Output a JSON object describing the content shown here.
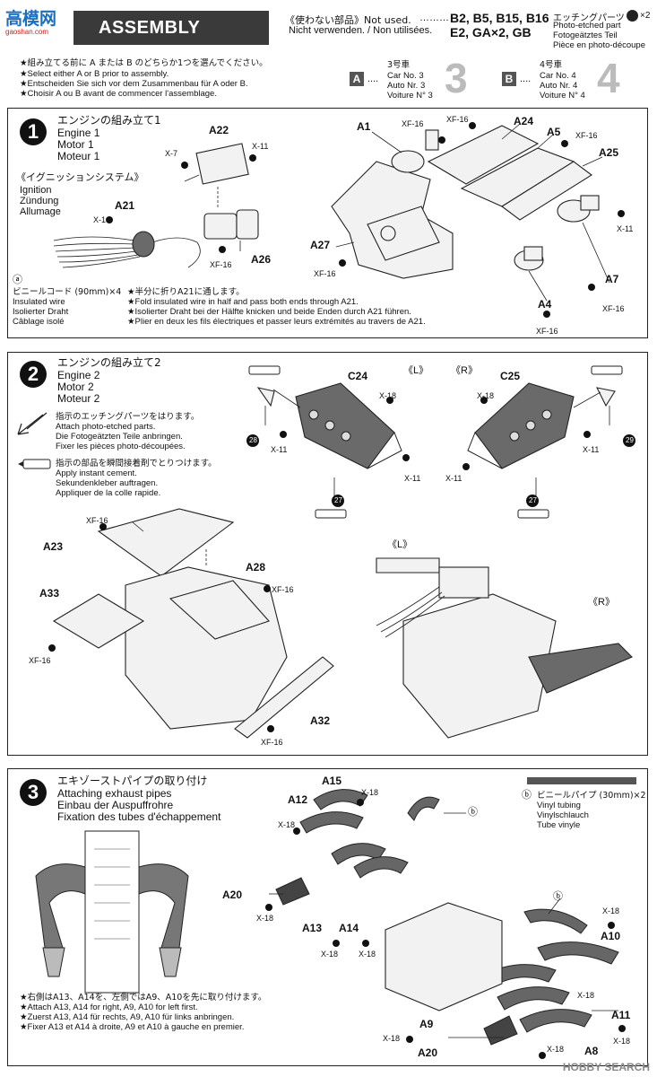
{
  "logo": {
    "text": "高模网",
    "sub": "gaoshan.com"
  },
  "header": {
    "title": "ASSEMBLY"
  },
  "not_used": {
    "jp": "《使わない部品》Not used.",
    "tr": "Nicht verwenden. / Non utilisées.",
    "dots": "………",
    "parts1": "B2, B5, B15, B16",
    "parts2": "E2, GA×2, GB"
  },
  "photo_etched": {
    "jp": "エッチングパーツ",
    "mult": "×2",
    "l1": "Photo-etched part",
    "l2": "Fotogeätztes Teil",
    "l3": "Pièce en photo-découpe"
  },
  "select": {
    "jp": "★組み立てる前に A または B のどちらか1つを選んでください。",
    "en": "★Select either A or B prior to assembly.",
    "de": "★Entscheiden Sie sich vor dem Zusammenbau für A oder B.",
    "fr": "★Choisir A ou B avant de commencer l'assemblage."
  },
  "car_a": {
    "letter": "A",
    "jp": "3号車",
    "l1": "Car No. 3",
    "l2": "Auto Nr. 3",
    "l3": "Voiture N° 3",
    "big": "3"
  },
  "car_b": {
    "letter": "B",
    "jp": "4号車",
    "l1": "Car No. 4",
    "l2": "Auto Nr. 4",
    "l3": "Voiture N° 4",
    "big": "4"
  },
  "step1": {
    "num": "1",
    "jp": "エンジンの組み立て1",
    "l1": "Engine 1",
    "l2": "Motor 1",
    "l3": "Moteur 1",
    "ign_jp": "《イグニッションシステム》",
    "ign1": "Ignition",
    "ign2": "Zündung",
    "ign3": "Allumage",
    "note_a": "ⓐ",
    "wire_jp": "ビニールコード (90mm)×4",
    "wire1": "Insulated wire",
    "wire2": "Isolierter Draht",
    "wire3": "Câblage isolé",
    "fold_jp": "★半分に折りA21に通します。",
    "fold_en": "★Fold insulated wire in half and pass both ends through A21.",
    "fold_de": "★Isolierter Draht bei der Hälfte knicken und beide Enden durch A21 führen.",
    "fold_fr": "★Plier en deux les fils électriques et passer leurs extrémités au travers de A21.",
    "labels": {
      "a22": "A22",
      "a21": "A21",
      "a26": "A26",
      "a27": "A27",
      "a1": "A1",
      "a24": "A24",
      "a5": "A5",
      "a25": "A25",
      "a7": "A7",
      "a4": "A4",
      "x7": "X-7",
      "x11a": "X-11",
      "x1": "X-1",
      "xf16a": "XF-16",
      "xf16b": "XF-16",
      "xf16c": "XF-16",
      "xf16d": "XF-16",
      "x11b": "X-11",
      "xf16e": "XF-16",
      "xf16f": "XF-16",
      "xf16g": "XF-16"
    }
  },
  "step2": {
    "num": "2",
    "jp": "エンジンの組み立て2",
    "l1": "Engine 2",
    "l2": "Motor 2",
    "l3": "Moteur 2",
    "pe_jp": "指示のエッチングパーツをはります。",
    "pe1": "Attach photo-etched parts.",
    "pe2": "Die Fotogeätzten Teile anbringen.",
    "pe3": "Fixer les pièces photo-découpées.",
    "ce_jp": "指示の部品を瞬間接着剤でとりつけます。",
    "ce1": "Apply instant cement.",
    "ce2": "Sekundenkleber auftragen.",
    "ce3": "Appliquer de la colle rapide.",
    "labels": {
      "c24": "C24",
      "c25": "C25",
      "l": "《L》",
      "r": "《R》",
      "l2": "《L》",
      "r2": "《R》",
      "x18a": "X-18",
      "x18b": "X-18",
      "x11a": "X-11",
      "x11b": "X-11",
      "x11c": "X-11",
      "x11d": "X-11",
      "n28": "28",
      "n27a": "27",
      "n27b": "27",
      "n29": "29",
      "xf16a": "XF-16",
      "a23": "A23",
      "a28": "A28",
      "xf16b": "XF-16",
      "a33": "A33",
      "xf16c": "XF-16",
      "a32": "A32",
      "xf16d": "XF-16"
    }
  },
  "step3": {
    "num": "3",
    "jp": "エキゾーストパイプの取り付け",
    "l1": "Attaching exhaust pipes",
    "l2": "Einbau der Auspuffrohre",
    "l3": "Fixation des tubes d'échappement",
    "vt_b": "ⓑ",
    "vt_jp": "ビニールパイプ (30mm)×2",
    "vt1": "Vinyl tubing",
    "vt2": "Vinylschlauch",
    "vt3": "Tube vinyle",
    "note_jp": "★右側はA13、A14を、左側ではA9、A10を先に取り付けます。",
    "note_en": "★Attach A13, A14 for right, A9, A10 for left first.",
    "note_de": "★Zuerst A13, A14 für rechts, A9, A10 für links anbringen.",
    "note_fr": "★Fixer A13 et A14 à droite, A9 et A10 à gauche en premier.",
    "labels": {
      "a15": "A15",
      "a12": "A12",
      "x18a": "X-18",
      "x18b": "X-18",
      "a20a": "A20",
      "x18c": "X-18",
      "a13": "A13",
      "a14": "A14",
      "x18d": "X-18",
      "x18e": "X-18",
      "b1": "ⓑ",
      "b2": "ⓑ",
      "x18f": "X-18",
      "a10": "A10",
      "x18g": "X-18",
      "a11": "A11",
      "x18h": "X-18",
      "a9": "A9",
      "x18i": "X-18",
      "a20b": "A20",
      "a8": "A8",
      "x18j": "X-18"
    }
  },
  "watermark": "HOBBY SEARCH"
}
